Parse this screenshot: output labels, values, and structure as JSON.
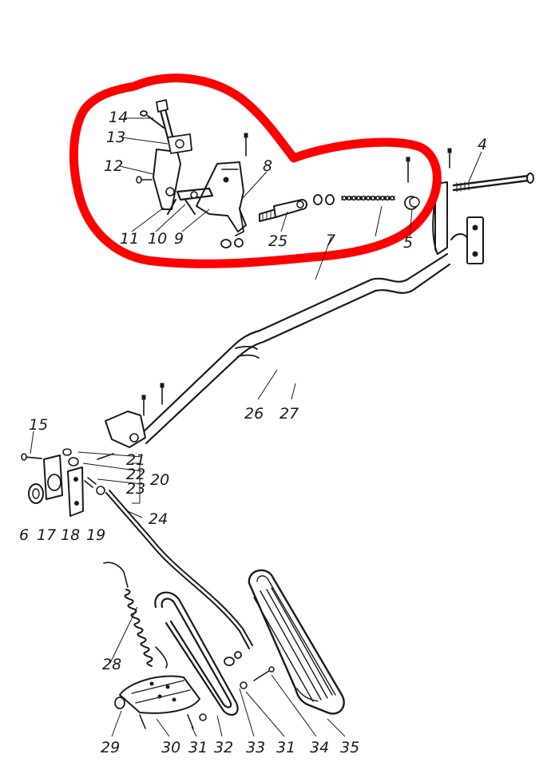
{
  "diagram": {
    "type": "exploded-parts-drawing",
    "subject": "accelerator pedal linkage",
    "highlight_color": "#ff0000",
    "ink_color": "#1a1a1a",
    "callouts": [
      "14",
      "13",
      "12",
      "11",
      "10",
      "9",
      "8",
      "25",
      "7",
      "5",
      "4",
      "26",
      "27",
      "15",
      "21",
      "22",
      "23",
      "20",
      "6",
      "17",
      "18",
      "19",
      "24",
      "28",
      "29",
      "30",
      "31",
      "32",
      "33",
      "31",
      "34",
      "35"
    ]
  }
}
